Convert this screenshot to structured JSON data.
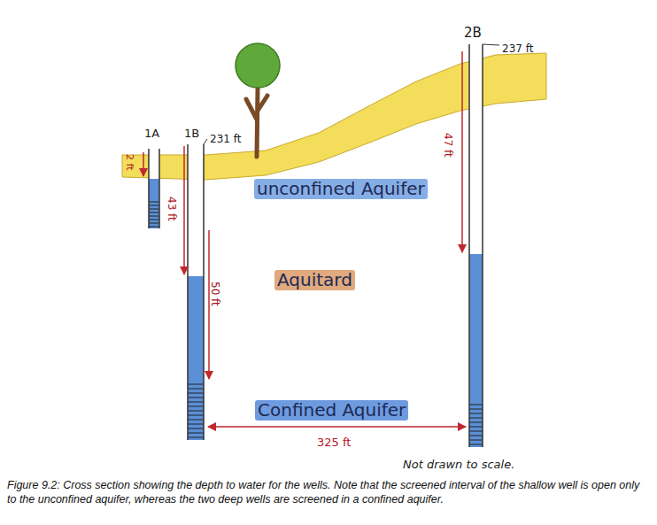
{
  "diagram": {
    "caption": "Figure 9.2: Cross section showing the depth to water for the wells. Note that the screened interval of the shallow well is open only to the unconfined aquifer, whereas the two deep wells are screened in a confined aquifer.",
    "nodes": [
      {
        "text": [
          "unconfined Aquifer"
        ]
      },
      {
        "text": [
          "Aquitard"
        ]
      },
      {
        "text": [
          "Confined Aquifer"
        ]
      }
    ],
    "labels": [
      "2B",
      "237 ft",
      "1A",
      "1B",
      "231 ft",
      "2 ft",
      "43 ft",
      "50 ft",
      "47 ft",
      "325 ft",
      "Not drawn to scale."
    ]
  }
}
